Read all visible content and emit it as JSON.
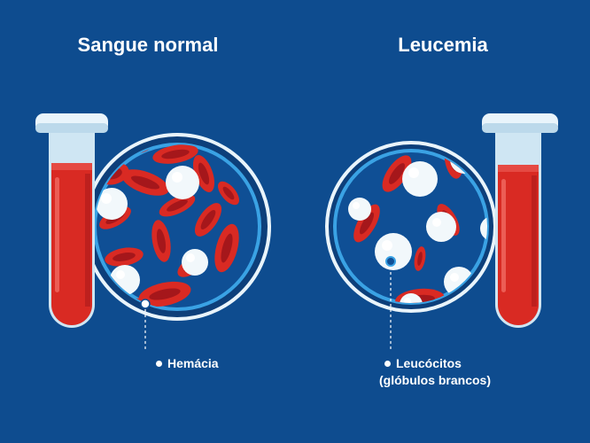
{
  "left_panel": {
    "title": "Sangue normal",
    "callout": "Hemácia"
  },
  "right_panel": {
    "title": "Leucemia",
    "callout_line1": "Leucócitos",
    "callout_line2": "(glóbulos brancos)"
  },
  "colors": {
    "background": "#0e4c8f",
    "red_cell": "#d92a23",
    "red_cell_dark": "#a5171b",
    "white_cell": "#f2f8fb",
    "dish_ring": "#3aa2e4",
    "tube_glass": "#cfe6f3"
  },
  "icons": [
    "test-tube-icon",
    "petri-dish-icon",
    "red-blood-cell-icon",
    "white-blood-cell-icon"
  ]
}
